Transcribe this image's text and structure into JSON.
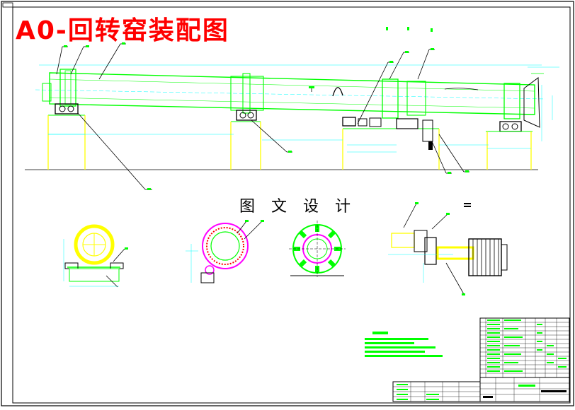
{
  "drawing": {
    "title": "A0-回转窑装配图",
    "subtitle": "图 文 设 计"
  },
  "colors": {
    "background": "#ffffff",
    "frame": "#000000",
    "kiln": "#00ff00",
    "support": "#ffff00",
    "dimension": "#00ffff",
    "leader": "#000000",
    "ring": "#ff00ff",
    "title_text": "#ff0000"
  },
  "icons": {
    "kiln-shell-icon": "kiln shell outline",
    "riding-ring-icon": "tyre / riding ring",
    "girth-gear-icon": "girth gear",
    "drive-unit-icon": "drive motor and reducer",
    "title-block-icon": "title block table"
  }
}
